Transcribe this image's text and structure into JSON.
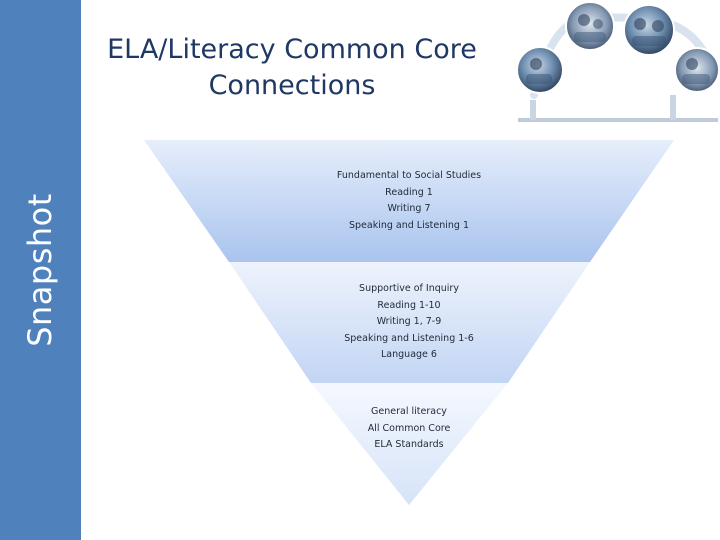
{
  "sidebar": {
    "label": "Snapshot"
  },
  "title": {
    "line1": "ELA/Literacy Common Core",
    "line2": "Connections"
  },
  "tiers": [
    {
      "lines": [
        "Fundamental to Social Studies",
        "Reading 1",
        "Writing 7",
        "Speaking and Listening 1"
      ]
    },
    {
      "lines": [
        "Supportive of Inquiry",
        "Reading 1-10",
        "Writing 1, 7-9",
        "Speaking and Listening 1-6",
        "Language 6"
      ]
    },
    {
      "lines": [
        "General literacy",
        "All Common Core",
        "ELA Standards"
      ]
    }
  ],
  "colors": {
    "sidebar": "#4f81bd",
    "tier_top": "#a9c4ee",
    "tier_mid": "#c9daf6",
    "tier_bottom": "#e4edfb",
    "title": "#1f3864"
  }
}
